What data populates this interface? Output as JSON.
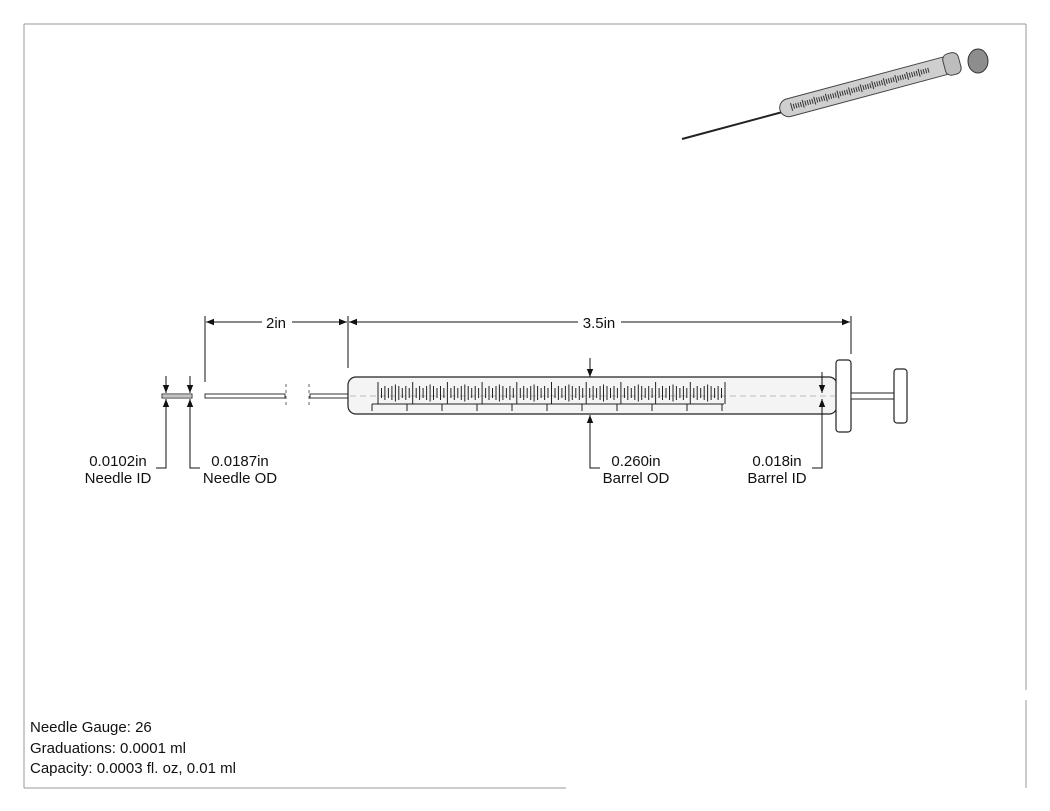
{
  "dimensions": {
    "needle_length": "2in",
    "barrel_length": "3.5in",
    "needle_id": {
      "value": "0.0102in",
      "label": "Needle ID"
    },
    "needle_od": {
      "value": "0.0187in",
      "label": "Needle OD"
    },
    "barrel_od": {
      "value": "0.260in",
      "label": "Barrel OD"
    },
    "barrel_id": {
      "value": "0.018in",
      "label": "Barrel ID"
    }
  },
  "specs": {
    "needle_gauge": "Needle Gauge: 26",
    "graduations": "Graduations: 0.0001 ml",
    "capacity": "Capacity: 0.0003 fl. oz, 0.01 ml"
  },
  "colors": {
    "line": "#222222",
    "barrel_fill": "#f4f4f4",
    "thumbnail_fill": "#c9c9c9"
  }
}
